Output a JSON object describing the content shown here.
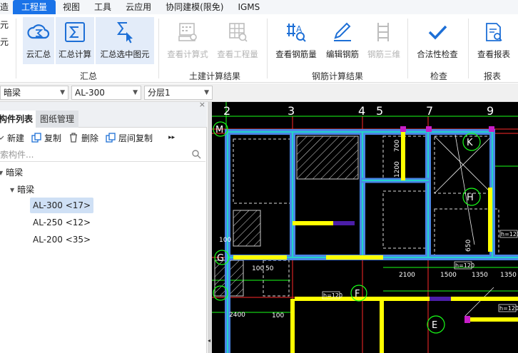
{
  "menubar": {
    "items": [
      {
        "label": "造",
        "active": false
      },
      {
        "label": "工程量",
        "active": true
      },
      {
        "label": "视图",
        "active": false
      },
      {
        "label": "工具",
        "active": false
      },
      {
        "label": "云应用",
        "active": false
      },
      {
        "label": "协同建模(限免)",
        "active": false
      },
      {
        "label": "IGMS",
        "active": false
      }
    ]
  },
  "ribbon": {
    "left_cut": [
      "元",
      "元"
    ],
    "buttons": {
      "cloud_summary": "云汇总",
      "summary_calc": "汇总计算",
      "summary_selected": "汇总选中图元",
      "view_formula": "查看计算式",
      "view_quantity": "查看工程量",
      "view_rebar_qty": "查看钢筋量",
      "edit_rebar": "编辑钢筋",
      "rebar_3d": "钢筋三维",
      "validity_check": "合法性检查",
      "view_report": "查看报表"
    },
    "groups": {
      "summary": "汇总",
      "civil_results": "土建计算结果",
      "rebar_results": "钢筋计算结果",
      "check": "检查",
      "report": "报表"
    }
  },
  "filters": {
    "category": "暗梁",
    "component": "AL-300",
    "layer": "分层1"
  },
  "left_panel": {
    "tabs": {
      "components": "构件列表",
      "drawings": "图纸管理"
    },
    "toolbar": {
      "new": "新建",
      "copy": "复制",
      "delete": "删除",
      "floor_copy": "层间复制"
    },
    "search_placeholder": "搜索构件...",
    "tree": {
      "root": "暗梁",
      "child": "暗梁",
      "items": [
        "AL-300 <17>",
        "AL-250 <12>",
        "AL-200 <35>"
      ]
    }
  },
  "drawing": {
    "grid_top": [
      "2",
      "3",
      "4",
      "5",
      "7",
      "9"
    ],
    "axis_labels": [
      "M",
      "K",
      "H",
      "G",
      "F",
      "E"
    ],
    "dims": [
      "2100",
      "1500",
      "1350",
      "1350",
      "2400",
      "100",
      "50",
      "100",
      "100",
      "650",
      "1200",
      "700"
    ],
    "tags": [
      "h=120",
      "h=120",
      "h=120",
      "h=120"
    ]
  },
  "colors": {
    "accent": "#1a73e8",
    "ribbon_icon": "#1d6fd6",
    "cad_bg": "#000000",
    "wall_yellow": "#ffff00",
    "wall_blue": "#4a86e8",
    "beam_cyan": "#23d5c8",
    "axis_red": "#ff2a2a",
    "line_green": "#19ff19"
  }
}
